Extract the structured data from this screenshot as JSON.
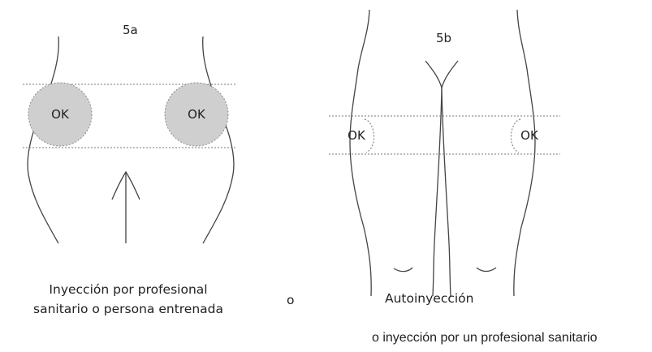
{
  "colors": {
    "line": "#444444",
    "dotted": "#777777",
    "zone_fill": "#cfcfcf",
    "text": "#222222",
    "background": "#ffffff"
  },
  "figure_a": {
    "label": "5a",
    "marker_left": "OK",
    "marker_right": "OK",
    "caption_line1": "Inyección por profesional",
    "caption_line2": "sanitario o persona entrenada"
  },
  "connector": "o",
  "figure_b": {
    "label": "5b",
    "marker_left": "OK",
    "marker_right": "OK",
    "caption": "Autoinyección"
  },
  "footnote": "o inyección por un profesional sanitario"
}
